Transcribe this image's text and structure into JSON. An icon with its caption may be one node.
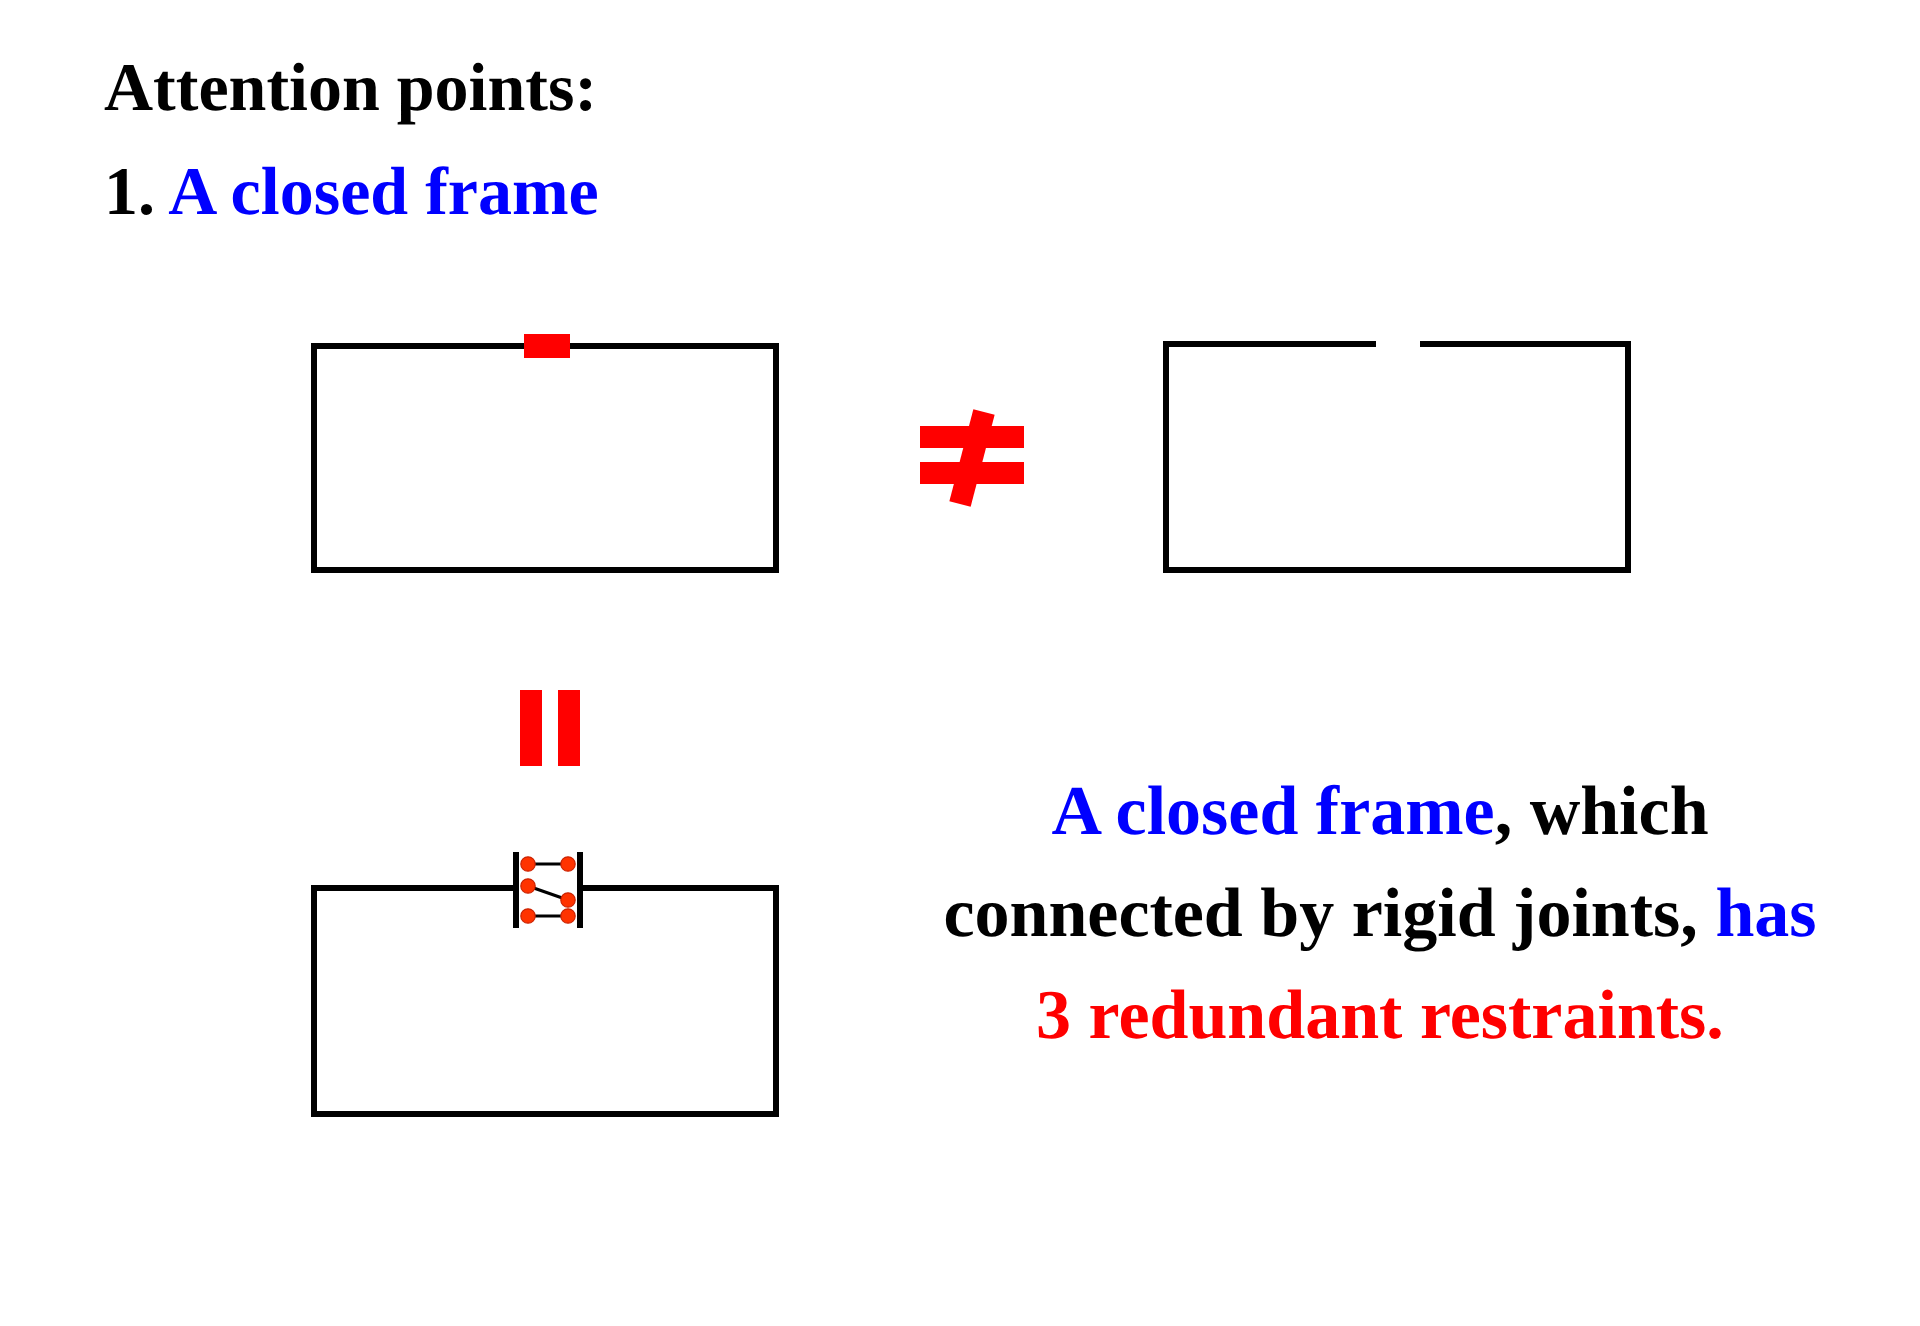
{
  "diagram": {
    "title": "Attention points:",
    "labels": [
      "1.",
      "A closed frame",
      "A closed frame",
      ", which connected by rigid joints,",
      "has",
      "3",
      "redundant restraints."
    ]
  }
}
